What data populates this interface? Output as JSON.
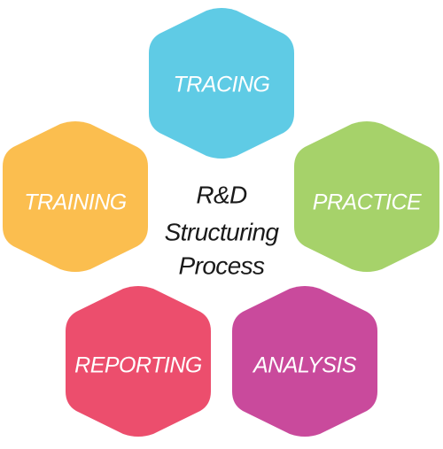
{
  "diagram": {
    "center_title": [
      "R&D",
      "Structuring",
      "Process"
    ],
    "nodes": [
      {
        "label": "TRACING",
        "color": "#5fcbe5"
      },
      {
        "label": "PRACTICE",
        "color": "#a6d26a"
      },
      {
        "label": "ANALYSIS",
        "color": "#c94a9c"
      },
      {
        "label": "REPORTING",
        "color": "#ec4e6d"
      },
      {
        "label": "TRAINING",
        "color": "#fbbe4f"
      }
    ]
  }
}
